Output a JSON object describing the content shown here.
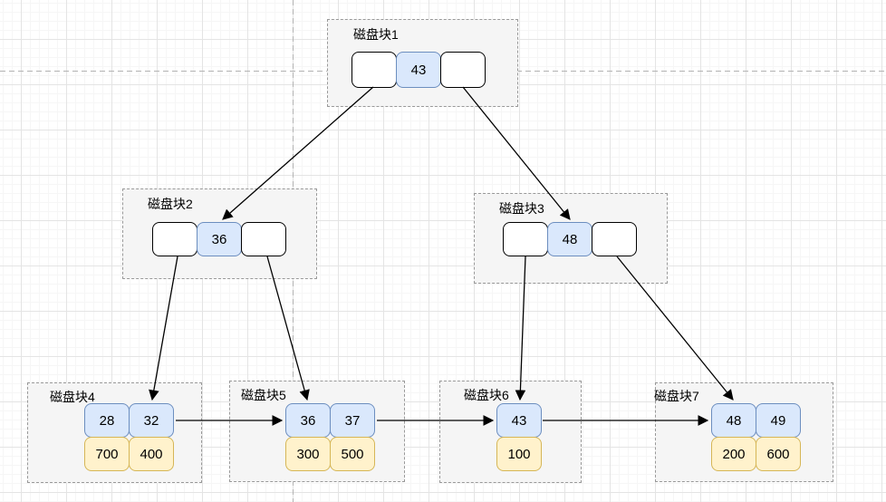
{
  "blocks": {
    "b1": {
      "label": "磁盘块1",
      "key": "43"
    },
    "b2": {
      "label": "磁盘块2",
      "key": "36"
    },
    "b3": {
      "label": "磁盘块3",
      "key": "48"
    },
    "b4": {
      "label": "磁盘块4",
      "k1": "28",
      "k2": "32",
      "v1": "700",
      "v2": "400"
    },
    "b5": {
      "label": "磁盘块5",
      "k1": "36",
      "k2": "37",
      "v1": "300",
      "v2": "500"
    },
    "b6": {
      "label": "磁盘块6",
      "k1": "43",
      "v1": "100"
    },
    "b7": {
      "label": "磁盘块7",
      "k1": "48",
      "k2": "49",
      "v1": "200",
      "v2": "600"
    }
  },
  "colors": {
    "key_cell_fill": "#dae8fc",
    "key_cell_border": "#6c8ebf",
    "value_cell_fill": "#fff2cc",
    "value_cell_border": "#d6b656",
    "pointer_cell_fill": "#ffffff",
    "pointer_cell_border": "#000000",
    "container_fill": "#f5f5f5",
    "container_border": "#999999",
    "arrow": "#000000",
    "guide": "#b3b3b3"
  }
}
